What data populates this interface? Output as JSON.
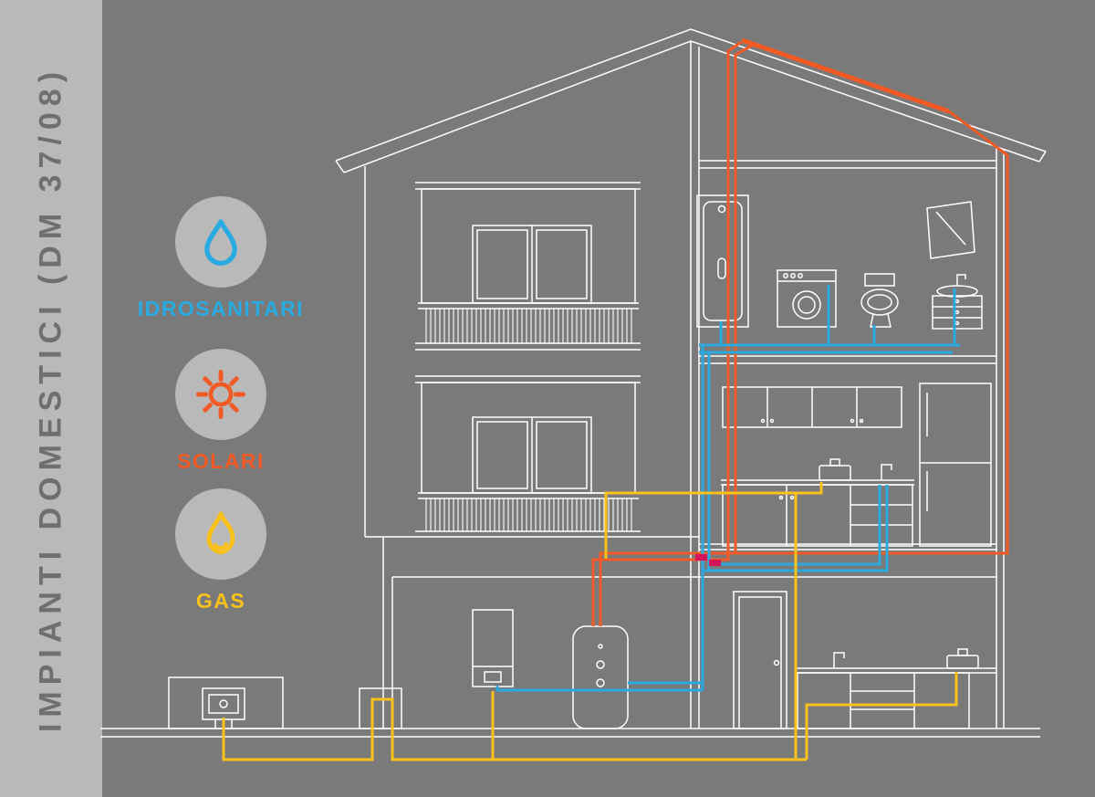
{
  "title": "IMPIANTI DOMESTICI (DM 37/08)",
  "legend": {
    "items": [
      {
        "id": "idrosanitari",
        "label": "IDROSANITARI",
        "color": "#29abe2",
        "icon": "water-drop-icon"
      },
      {
        "id": "solari",
        "label": "SOLARI",
        "color": "#f15a24",
        "icon": "sun-icon"
      },
      {
        "id": "gas",
        "label": "GAS",
        "color": "#f9c11c",
        "icon": "flame-icon"
      }
    ]
  },
  "colors": {
    "background": "#7a7a7a",
    "strip": "#b9b9b9",
    "line": "#ffffff",
    "idrosanitari": "#29abe2",
    "solari": "#f15a24",
    "gas": "#f9c11c",
    "manifold": "#d4145a",
    "title_text": "#6f6f6f"
  }
}
